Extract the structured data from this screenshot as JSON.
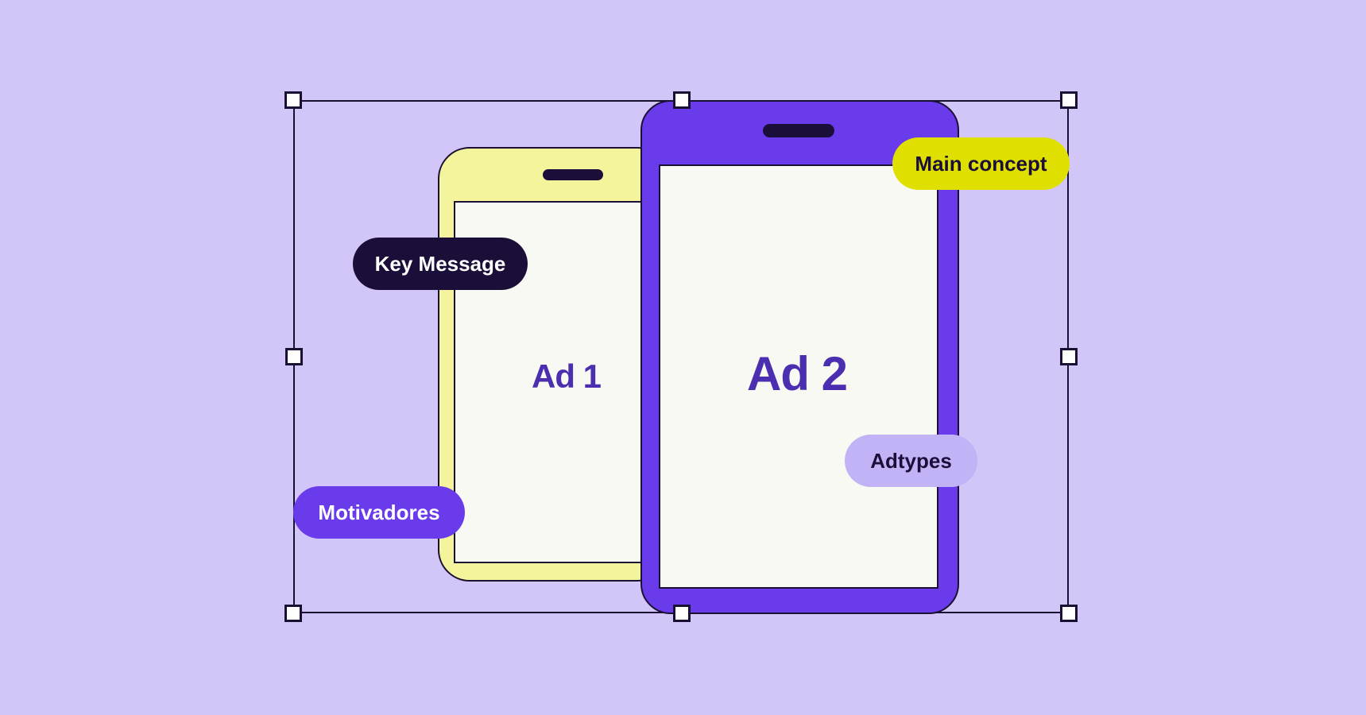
{
  "ads": {
    "ad1_label": "Ad 1",
    "ad2_label": "Ad 2"
  },
  "tags": {
    "key_message": "Key Message",
    "main_concept": "Main concept",
    "adtypes": "Adtypes",
    "motivadores": "Motivadores"
  },
  "colors": {
    "background": "#d1c6f7",
    "phone1_body": "#f3f49b",
    "phone2_body": "#6a3bea",
    "screen": "#f7f9f2",
    "ad_text": "#4b2fb0",
    "dark": "#1b0f3a",
    "main_concept_pill": "#dfe000",
    "adtypes_pill": "#c1b3f6"
  }
}
